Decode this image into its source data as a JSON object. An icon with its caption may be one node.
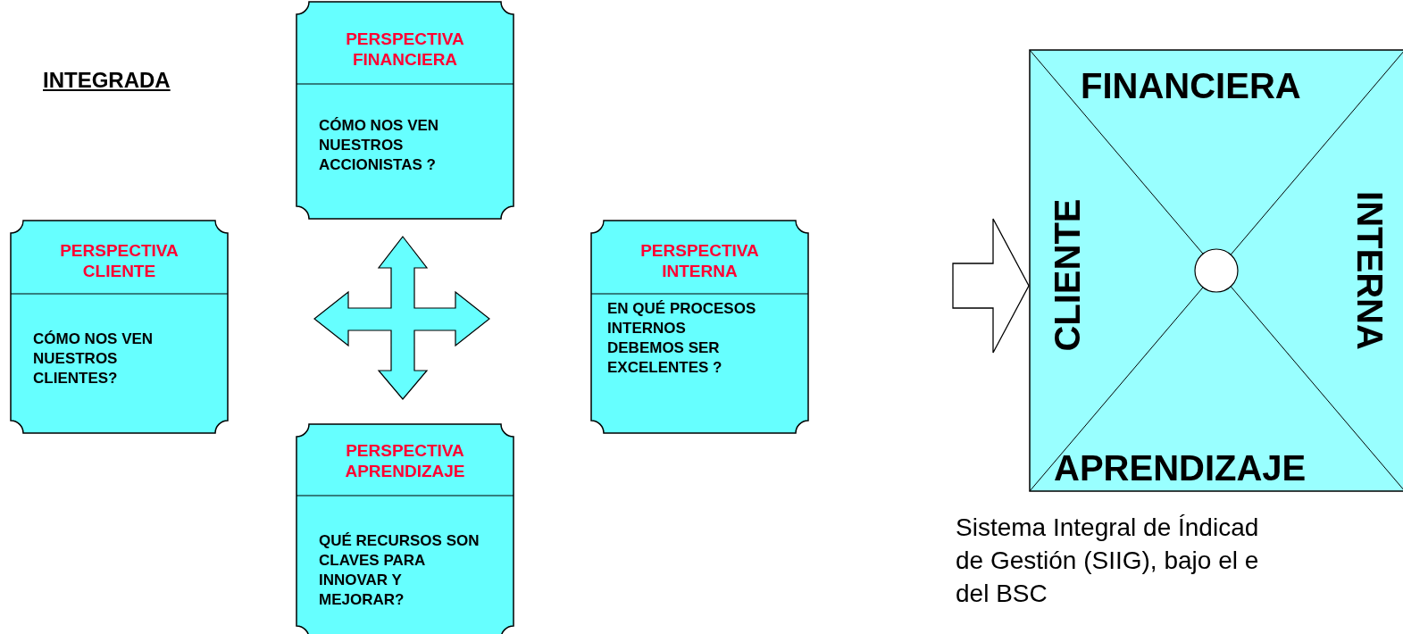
{
  "diagram": {
    "nodes": [
      {
        "text": [
          "PERSPECTIVA FINANCIERA",
          "CÓMO NOS VEN NUESTROS ACCIONISTAS ?"
        ]
      },
      {
        "text": [
          "PERSPECTIVA CLIENTE",
          "CÓMO NOS VEN NUESTROS CLIENTES?"
        ]
      },
      {
        "text": [
          "PERSPECTIVA INTERNA",
          "EN QUÉ PROCESOS INTERNOS DEBEMOS SER EXCELENTES ?"
        ]
      },
      {
        "text": [
          "PERSPECTIVA APRENDIZAJE",
          "QUÉ RECURSOS SON CLAVES PARA INNOVAR Y MEJORAR?"
        ]
      },
      {
        "text": [
          "FINANCIERA",
          "CLIENTE",
          "INTERNA",
          "APRENDIZAJE"
        ]
      }
    ],
    "edges": [
      {
        "from": null,
        "to": 4,
        "arrow": "to"
      }
    ],
    "labels": [
      "INTEGRADA",
      "Sistema Integral de Índicad",
      "de Gestión (SIIG), bajo el e",
      "del BSC"
    ]
  }
}
